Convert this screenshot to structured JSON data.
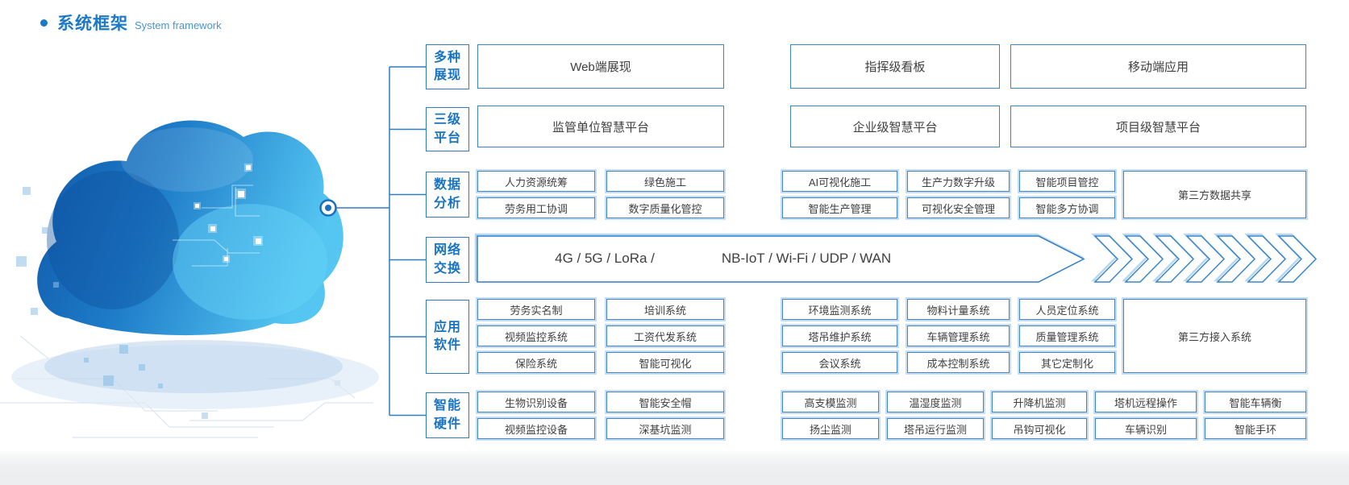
{
  "title": {
    "zh": "系统框架",
    "en": "System framework"
  },
  "categories": [
    {
      "top": "多种",
      "bottom": "展现"
    },
    {
      "top": "三级",
      "bottom": "平台"
    },
    {
      "top": "数据",
      "bottom": "分析"
    },
    {
      "top": "网络",
      "bottom": "交换"
    },
    {
      "top": "应用",
      "bottom": "软件"
    },
    {
      "top": "智能",
      "bottom": "硬件"
    }
  ],
  "display_row": [
    "Web端展现",
    "指挥级看板",
    "移动端应用"
  ],
  "platform_row": [
    "监管单位智慧平台",
    "企业级智慧平台",
    "项目级智慧平台"
  ],
  "data_analysis": {
    "columns": [
      [
        "人力资源统筹",
        "劳务用工协调"
      ],
      [
        "绿色施工",
        "数字质量化管控"
      ],
      [
        "AI可视化施工",
        "智能生产管理"
      ],
      [
        "生产力数字升级",
        "可视化安全管理"
      ],
      [
        "智能项目管控",
        "智能多方协调"
      ]
    ],
    "side_box": "第三方数据共享"
  },
  "network": {
    "left": "4G / 5G / LoRa /",
    "right": "NB-IoT / Wi-Fi / UDP / WAN"
  },
  "applications": {
    "columns": [
      [
        "劳务实名制",
        "视频监控系统",
        "保险系统"
      ],
      [
        "培训系统",
        "工资代发系统",
        "智能可视化"
      ],
      [
        "环境监测系统",
        "塔吊维护系统",
        "会议系统"
      ],
      [
        "物料计量系统",
        "车辆管理系统",
        "成本控制系统"
      ],
      [
        "人员定位系统",
        "质量管理系统",
        "其它定制化"
      ]
    ],
    "side_box": "第三方接入系统"
  },
  "hardware": {
    "columns": [
      [
        "生物识别设备",
        "视频监控设备"
      ],
      [
        "智能安全帽",
        "深基坑监测"
      ],
      [
        "高支模监测",
        "扬尘监测"
      ],
      [
        "温湿度监测",
        "塔吊运行监测"
      ],
      [
        "升降机监测",
        "吊钩可视化"
      ],
      [
        "塔机远程操作",
        "车辆识别"
      ],
      [
        "智能车辆衡",
        "智能手环"
      ]
    ]
  },
  "colors": {
    "accent": "#1d78c6",
    "box_border": "#3a85c8",
    "box_border_light": "#c6ddf2",
    "text": "#3f3f3f"
  }
}
